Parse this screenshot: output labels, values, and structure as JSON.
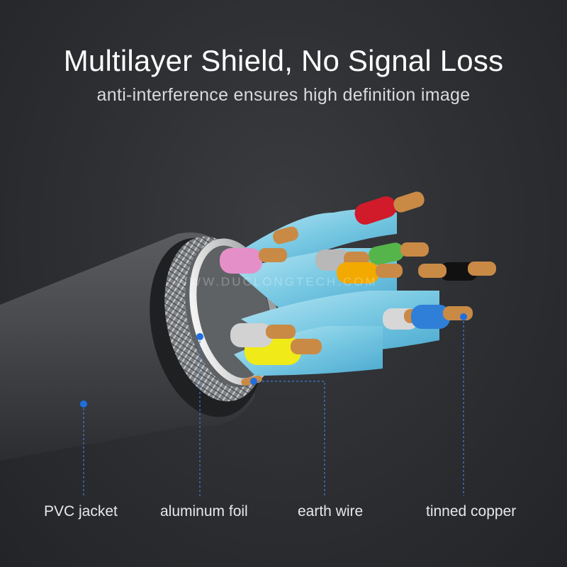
{
  "headline": {
    "title": "Multilayer Shield, No Signal Loss",
    "subtitle": "anti-interference ensures high definition image"
  },
  "watermark": "WWW.DUCLONGTECH.COM",
  "callouts": [
    {
      "label": "PVC jacket"
    },
    {
      "label": "aluminum foil"
    },
    {
      "label": "earth wire"
    },
    {
      "label": "tinned copper"
    }
  ],
  "colors": {
    "background": "#2b2d30",
    "callout_dot": "#1f6fe0",
    "callout_line": "#3d7fe0",
    "jacket": "#4a4c50",
    "foil_shield": "#8fd3ea",
    "copper": "#c98a46",
    "wire_colors": [
      "#d11a2a",
      "#f2a900",
      "#f0ea19",
      "#2f7ed8",
      "#56b54a",
      "#e58fc8",
      "#111111",
      "#9c9c9c"
    ]
  }
}
